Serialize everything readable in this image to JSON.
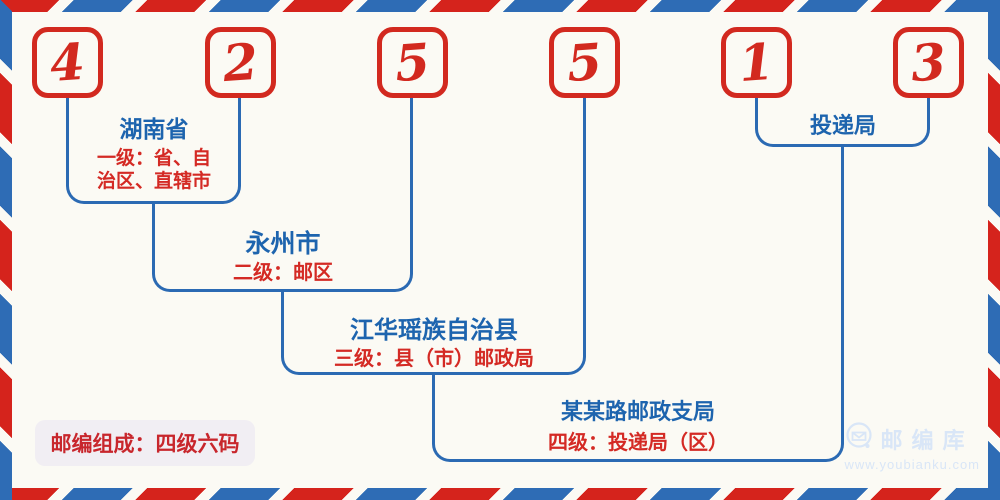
{
  "postal_code": {
    "full_code": "425513",
    "digits": [
      "4",
      "2",
      "5",
      "5",
      "1",
      "3"
    ]
  },
  "levels": [
    {
      "name": "湖南省",
      "desc_line1": "一级：省、自",
      "desc_line2": "治区、直辖市"
    },
    {
      "name": "永州市",
      "desc_line1": "二级：邮区"
    },
    {
      "name": "江华瑶族自治县",
      "desc_line1": "三级：县（市）邮政局"
    },
    {
      "name": "某某路邮政支局",
      "desc_line1": "四级：投递局（区）"
    },
    {
      "name": "投递局"
    }
  ],
  "badge": {
    "text": "邮编组成：四级六码"
  },
  "watermark": {
    "brand": "邮编库",
    "url": "www.youbianku.com",
    "icon": "envelope-circle-icon"
  },
  "colors": {
    "digit_red": "#d2291f",
    "text_red": "#d42a24",
    "line_blue": "#2b6ab3",
    "text_blue": "#1d64ae",
    "stripe_red": "#d5231c",
    "stripe_blue": "#2e6cb5",
    "background": "#fbfaf4",
    "badge_bg": "#f1eef3",
    "watermark_blue": "#d9e6f7"
  }
}
